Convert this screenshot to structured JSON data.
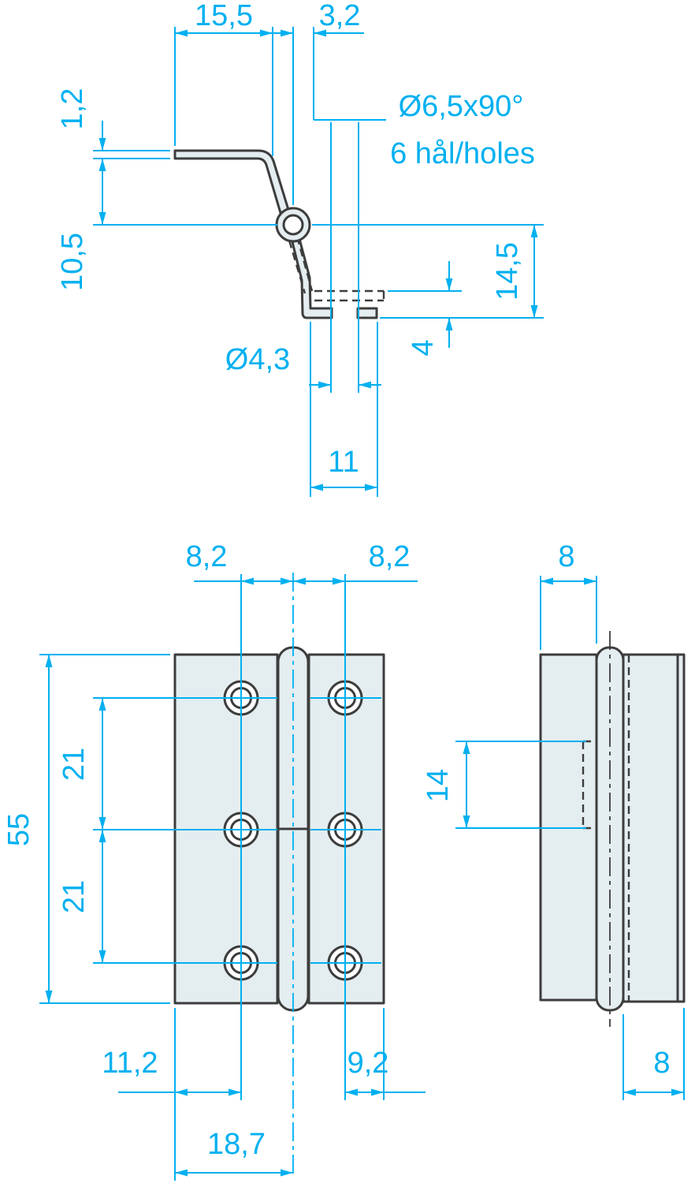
{
  "drawing": {
    "accent_color": "#00b0f0",
    "line_color": "#3d3d3d",
    "part_fill_color": "#e4edf0"
  },
  "views": {
    "profile": {
      "top_flange_width": "15,5",
      "pin_offset": "3,2",
      "material_thickness": "1,2",
      "upper_drop": "10,5",
      "countersink_spec": "Ø6,5x90°",
      "holes_note": "6 hål/holes",
      "lower_drop": "14,5",
      "flange_step": "4",
      "hole_dia": "Ø4,3",
      "bottom_flange_width": "11"
    },
    "front": {
      "hole_offset_left": "8,2",
      "hole_offset_right": "8,2",
      "overall_height": "55",
      "hole_pitch_top": "21",
      "hole_pitch_bottom": "21",
      "edge_to_hole_left": "11,2",
      "hole_to_edge_right": "9,2",
      "edge_to_center": "18,7"
    },
    "side": {
      "leaf_width_top": "8",
      "knuckle_length": "14",
      "leaf_width_bottom": "8"
    }
  }
}
